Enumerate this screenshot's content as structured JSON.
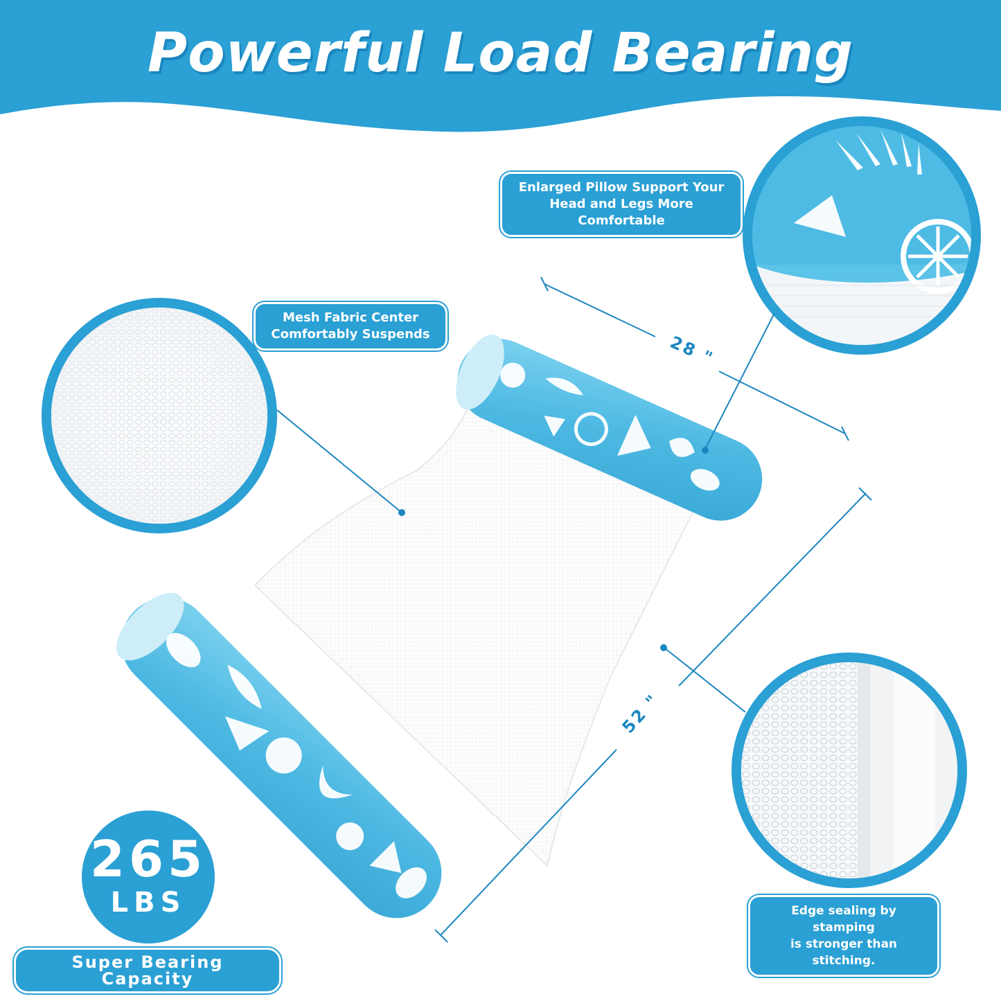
{
  "title": "Powerful Load Bearing",
  "callouts": {
    "pillow": {
      "line1": "Enlarged Pillow Support Your",
      "line2": "Head and Legs More Comfortable"
    },
    "mesh": {
      "line1": "Mesh Fabric Center",
      "line2": "Comfortably Suspends"
    },
    "edge": {
      "line1": "Edge sealing by stamping",
      "line2": "is stronger than stitching."
    }
  },
  "dimensions": {
    "width": "28 \"",
    "length": "52 \""
  },
  "capacity": {
    "value": "265",
    "unit": "LBS",
    "caption": "Super Bearing Capacity"
  },
  "colors": {
    "brand_blue": "#2aa0d4",
    "dark_blue": "#1b86bf",
    "light_blue": "#5cc3e8",
    "white": "#ffffff"
  }
}
